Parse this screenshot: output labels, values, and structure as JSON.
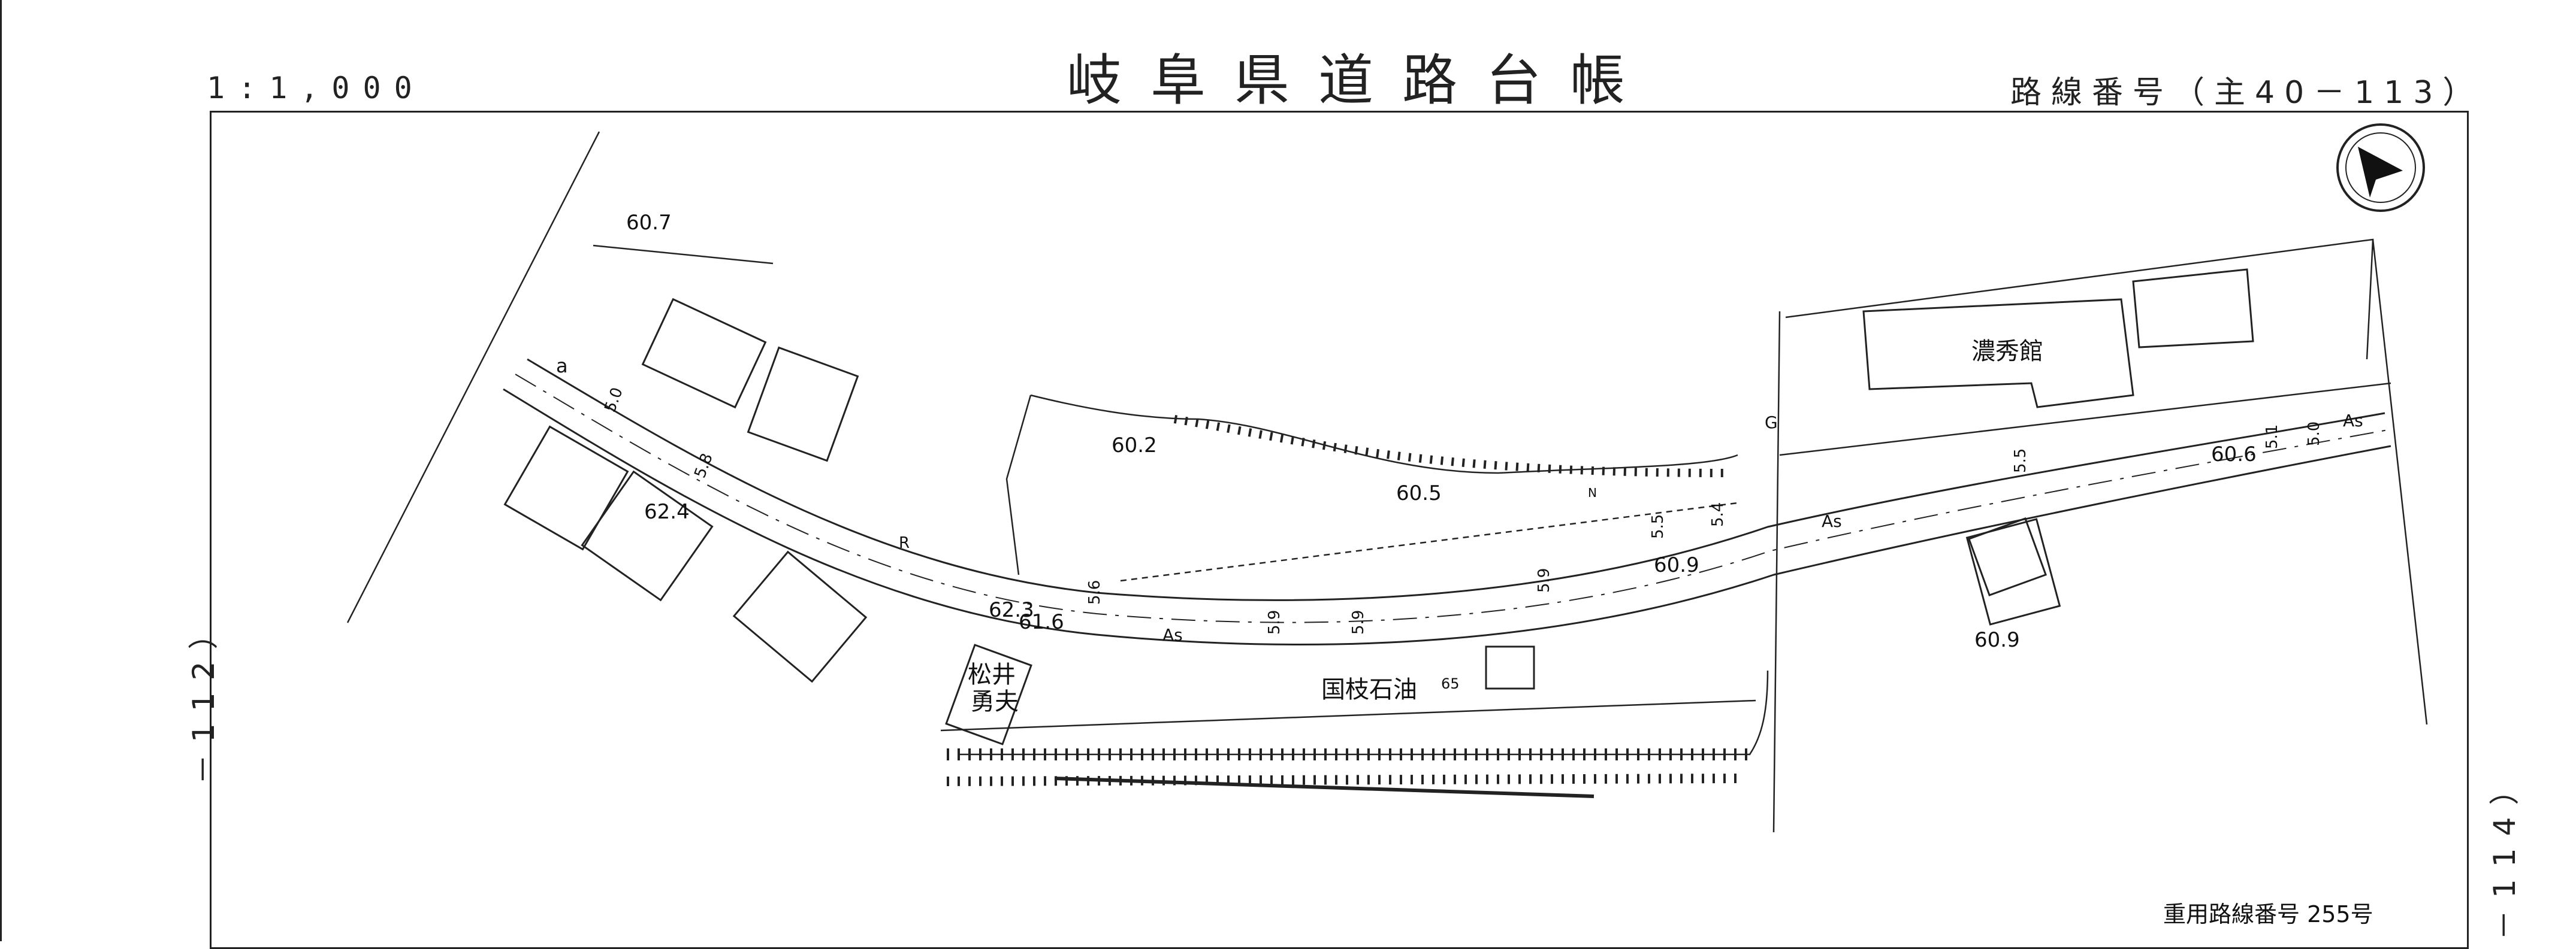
{
  "header": {
    "title": "岐阜県道路台帳",
    "scale": "1:1,000",
    "route_number": "路線番号（主40－113）"
  },
  "sheet_links": {
    "left": "－112）",
    "right": "－114）"
  },
  "footer": {
    "heavy_route": "重用路線番号 255号"
  },
  "map": {
    "elevations": [
      "60.7",
      "60.2",
      "60.5",
      "60.9",
      "60.6",
      "62.4",
      "62.3",
      "61.6",
      "60.9"
    ],
    "buildings": {
      "noshukan": "濃秀館",
      "kunieda_oil": "国枝石油",
      "matsui_1": "松井",
      "matsui_2": "勇夫"
    },
    "road_widths": [
      "5.0",
      "5.8",
      "5.6",
      "5.9",
      "5.9",
      "5.5",
      "5.4",
      "5.9",
      "5.5",
      "5.1",
      "5.0"
    ],
    "surface_labels": [
      "As",
      "As",
      "As"
    ],
    "misc_labels": [
      "G",
      "65",
      "a",
      "R",
      "N"
    ],
    "compass": "north-arrow"
  }
}
